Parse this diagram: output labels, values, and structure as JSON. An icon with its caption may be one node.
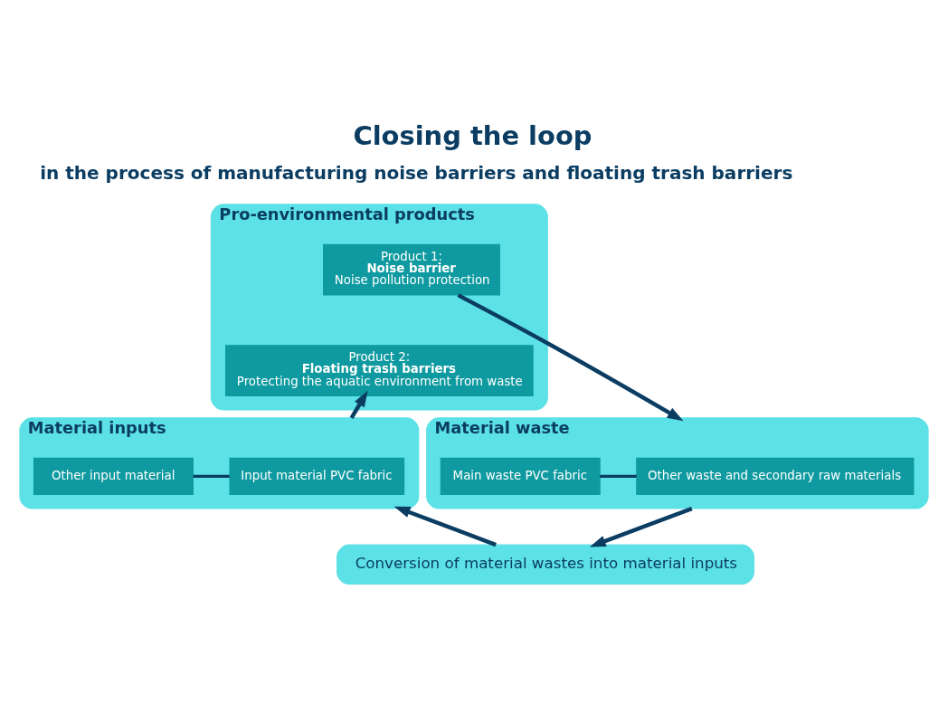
{
  "diagram": {
    "title": "Closing the loop",
    "nodes": [
      {
        "text": [
          "Pro-environmental products"
        ]
      },
      {
        "text": [
          "Product 1:",
          "Noise barrier",
          "Noise pollution protection"
        ],
        "in": 0
      },
      {
        "text": [
          "Product 2:",
          "Floating trash barriers",
          "Protecting the aquatic environment from waste"
        ],
        "in": 0
      },
      {
        "text": [
          "Material waste"
        ]
      },
      {
        "text": [
          "Main waste PVC fabric"
        ],
        "in": 3
      },
      {
        "text": [
          "Other waste and secondary raw materials"
        ],
        "in": 3
      },
      {
        "text": [
          "Conversion of material wastes into material inputs"
        ]
      },
      {
        "text": [
          "Material inputs"
        ]
      },
      {
        "text": [
          "Other input material"
        ],
        "in": 7
      },
      {
        "text": [
          "Input material PVC fabric"
        ],
        "in": 7
      }
    ],
    "edges": [
      {
        "from": 1,
        "to": 3,
        "arrow": "to"
      },
      {
        "from": 3,
        "to": 6,
        "arrow": "to"
      },
      {
        "from": 6,
        "to": 7,
        "arrow": "to"
      },
      {
        "from": 7,
        "to": 2,
        "arrow": "to"
      },
      {
        "from": 4,
        "to": 5,
        "arrow": "none"
      },
      {
        "from": 8,
        "to": 9,
        "arrow": "none"
      }
    ],
    "labels": [
      "in the process of manufacturing noise barriers and floating trash barriers"
    ]
  }
}
